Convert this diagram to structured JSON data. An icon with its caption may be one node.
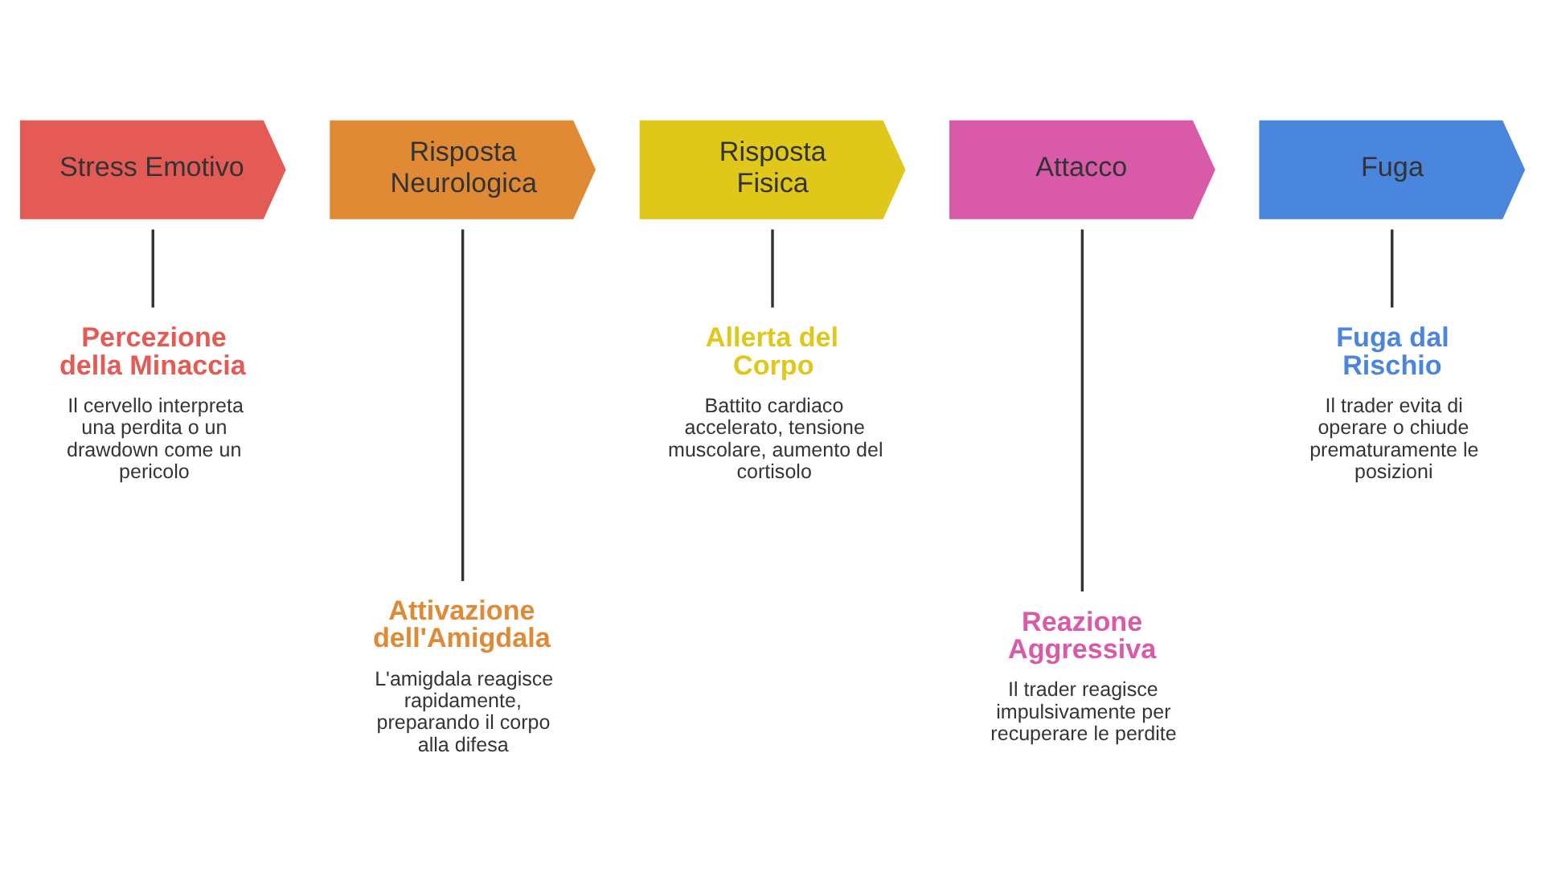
{
  "diagram": {
    "nodes": [
      {
        "text": [
          "Stress Emotivo"
        ]
      },
      {
        "text": [
          "Percezione della Minaccia",
          "Il cervello interpreta una perdita o un drawdown come un pericolo"
        ]
      },
      {
        "text": [
          "Risposta Neurologica"
        ]
      },
      {
        "text": [
          "Attivazione dell'Amigdala",
          "L'amigdala reagisce rapidamente, preparando il corpo alla difesa"
        ]
      },
      {
        "text": [
          "Risposta Fisica"
        ]
      },
      {
        "text": [
          "Allerta del Corpo",
          "Battito cardiaco accelerato, tensione muscolare, aumento del cortisolo"
        ]
      },
      {
        "text": [
          "Attacco"
        ]
      },
      {
        "text": [
          "Reazione Aggressiva",
          "Il trader reagisce impulsivamente per recuperare le perdite"
        ]
      },
      {
        "text": [
          "Fuga"
        ]
      },
      {
        "text": [
          "Fuga dal Rischio",
          "Il trader evita di operare o chiude prematuramente le posizioni"
        ]
      }
    ],
    "edges": [
      {
        "from": 0,
        "to": 1,
        "arrow": "none"
      },
      {
        "from": 2,
        "to": 3,
        "arrow": "none"
      },
      {
        "from": 4,
        "to": 5,
        "arrow": "none"
      },
      {
        "from": 6,
        "to": 7,
        "arrow": "none"
      },
      {
        "from": 8,
        "to": 9,
        "arrow": "none"
      }
    ]
  }
}
